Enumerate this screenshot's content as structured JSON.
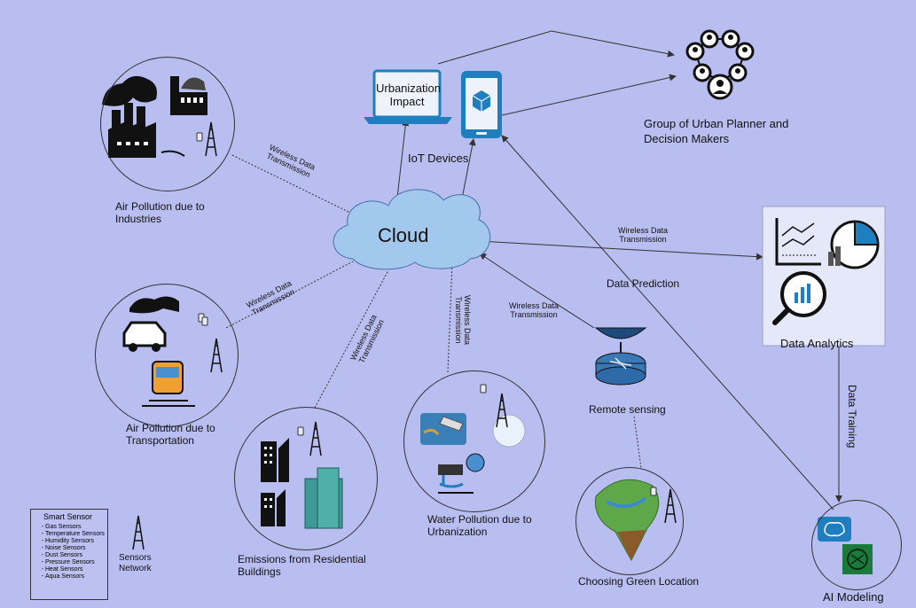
{
  "cloud": {
    "label": "Cloud"
  },
  "iot": {
    "label": "IoT Devices",
    "laptop_text": "Urbanization Impact"
  },
  "planners": {
    "label": "Group of Urban Planner and Decision Makers"
  },
  "analytics": {
    "label": "Data Analytics"
  },
  "ai": {
    "label": "AI Modeling"
  },
  "remote": {
    "label": "Remote sensing"
  },
  "green": {
    "label": "Choosing Green Location"
  },
  "nodes": {
    "industries": "Air Pollution due to Industries",
    "transport": "Air Pollution due to Transportation",
    "residential": "Emissions from Residential Buildings",
    "water": "Water Pollution due to Urbanization"
  },
  "edges": {
    "wireless": "Wireless Data Transmission",
    "data_prediction": "Data Prediction",
    "data_training": "Data Training"
  },
  "legend": {
    "title": "Smart Sensor",
    "items": [
      "Gas Sensors",
      "Temperature Sensors",
      "Humidity Sensors",
      "Noise Sensors",
      "Dust Sensors",
      "Pressure Sensors",
      "Heat Sensors",
      "Aqua Sensors"
    ],
    "network_label": "Sensors Network"
  },
  "colors": {
    "background": "#b9bef0",
    "cloud": "#a3c8ee",
    "device": "#1f7fbe",
    "line": "#333333"
  }
}
